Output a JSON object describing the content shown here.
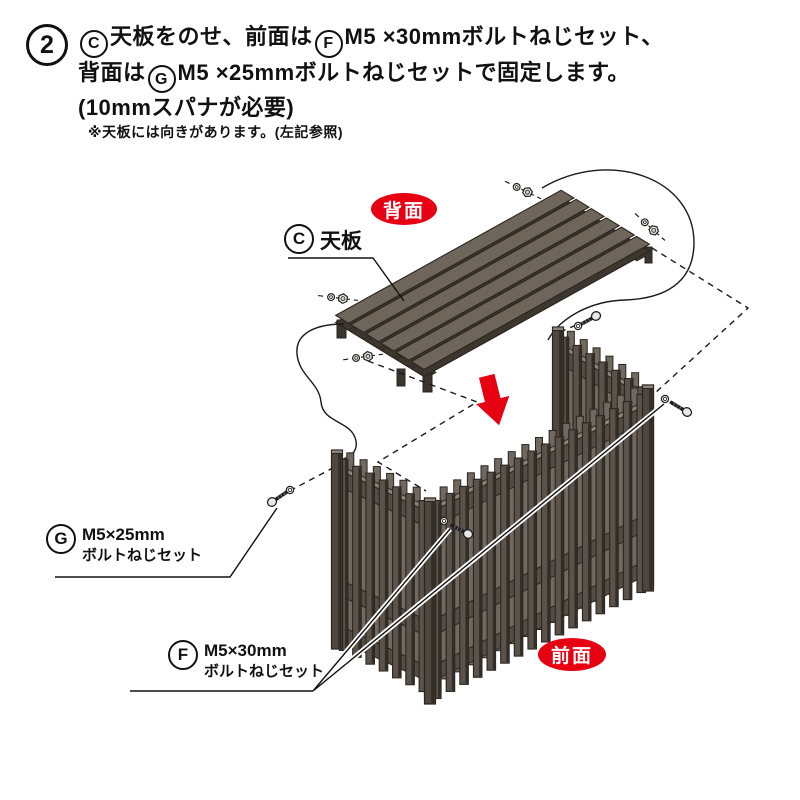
{
  "step": {
    "number": "2",
    "marker_c": "C",
    "marker_f": "F",
    "marker_g": "G",
    "line1_a": "天板をのせ、前面は",
    "line1_b": "M5 ×30mmボルトねじセット、",
    "line2_a": "背面は",
    "line2_b": "M5 ×25mmボルトねじセットで固定します。",
    "line3": "(10mmスパナが必要)",
    "note": "※天板には向きがあります。(左記参照)"
  },
  "diagram": {
    "back_face_label": "背面",
    "front_face_label": "前面",
    "board_label": {
      "marker": "C",
      "name": "天板"
    },
    "bolt_g_label": {
      "marker": "G",
      "spec": "M5×25mm",
      "name": "ボルトねじセット"
    },
    "bolt_f_label": {
      "marker": "F",
      "spec": "M5×30mm",
      "name": "ボルトねじセット"
    }
  },
  "colors": {
    "accent_red": "#e60012",
    "wood_top": "#6e655b",
    "wood_face": "#5b534b",
    "wood_shade": "#332d27",
    "outline": "#2a251f"
  }
}
